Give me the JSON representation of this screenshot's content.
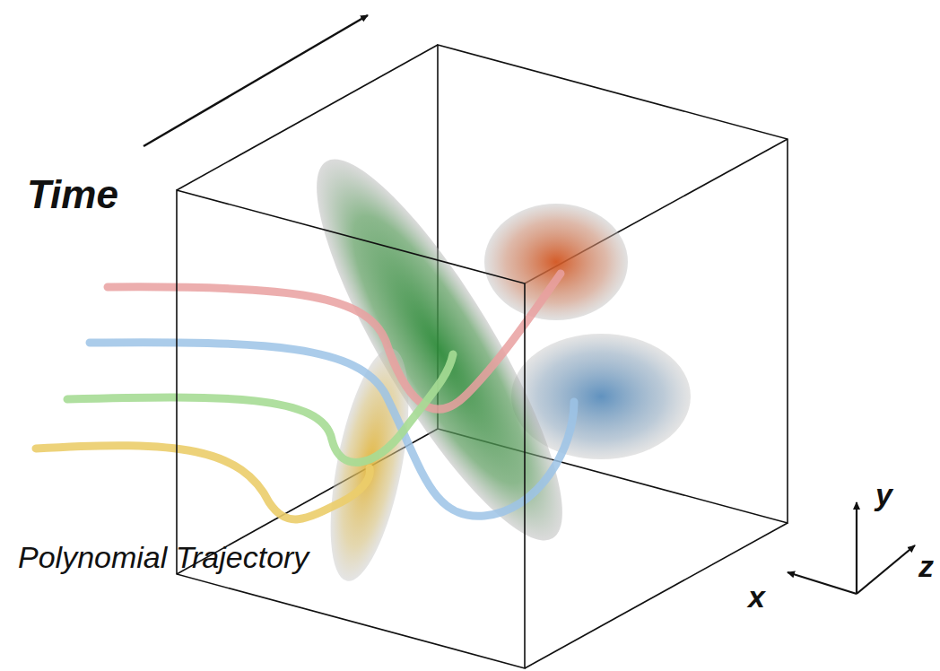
{
  "diagram": {
    "labels": [
      "Time",
      "Polynomial Trajectory",
      "y",
      "x",
      "z"
    ]
  }
}
